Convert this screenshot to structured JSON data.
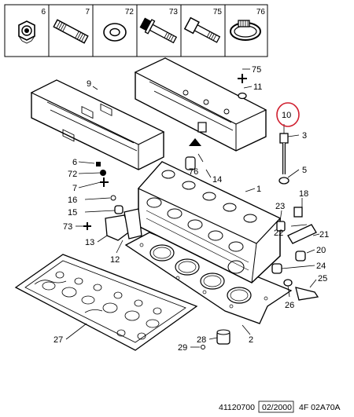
{
  "header_parts": [
    {
      "num": "6",
      "icon": "nut-icon"
    },
    {
      "num": "7",
      "icon": "stud-icon"
    },
    {
      "num": "72",
      "icon": "washer-icon"
    },
    {
      "num": "73",
      "icon": "flange-bolt-icon"
    },
    {
      "num": "75",
      "icon": "bolt-icon"
    },
    {
      "num": "76",
      "icon": "hose-clamp-icon"
    }
  ],
  "callouts": {
    "c75": "75",
    "c11": "11",
    "c10": "10",
    "c9": "9",
    "c3": "3",
    "c5": "5",
    "c6": "6",
    "c72": "72",
    "c7": "7",
    "c76": "76",
    "c14": "14",
    "c1": "1",
    "c16": "16",
    "c15": "15",
    "c18": "18",
    "c73": "73",
    "c13": "13",
    "c12": "12",
    "c23": "23",
    "c22": "22",
    "c21": "21",
    "c20": "20",
    "c24": "24",
    "c25": "25",
    "c26": "26",
    "c27": "27",
    "c28": "28",
    "c29": "29",
    "c2": "2"
  },
  "footer": {
    "ref": "41120700",
    "date": "02/2000",
    "code": "4F 02A70A"
  },
  "highlight_color": "#d01f2f"
}
